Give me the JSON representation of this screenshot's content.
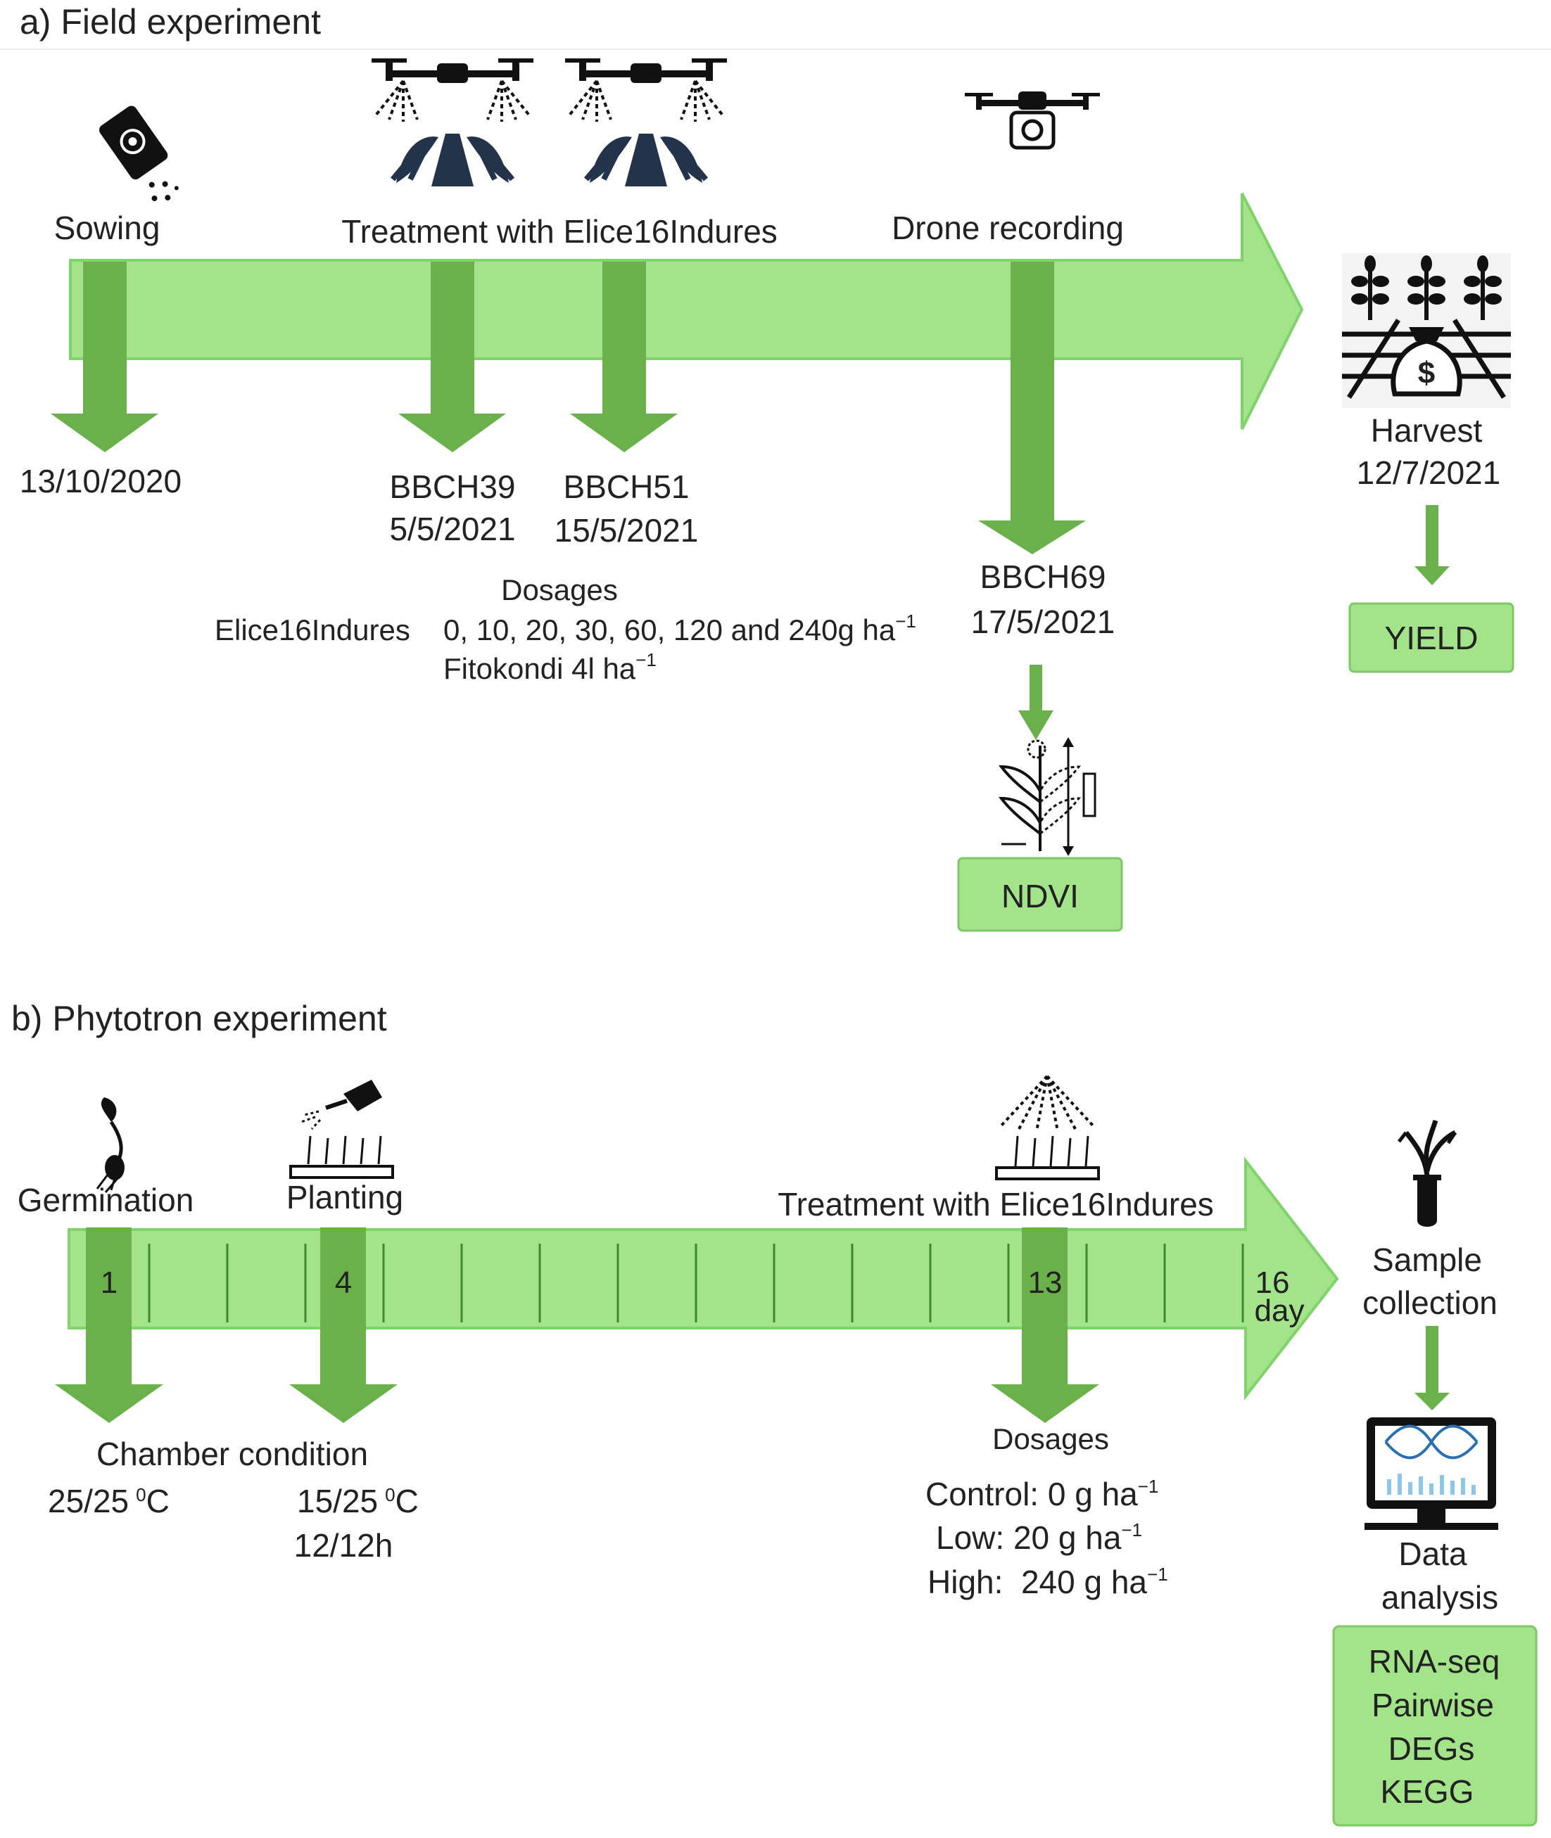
{
  "colors": {
    "band_fill": "#a3e38a",
    "band_stroke": "#7fd36a",
    "arrow": "#6ab14c",
    "box_fill": "#a3e38a",
    "box_stroke": "#7fc766",
    "text": "#222222"
  },
  "section_a": {
    "title": "a) Field experiment",
    "sowing": {
      "label": "Sowing",
      "date": "13/10/2020",
      "icon": "seed-bag-icon"
    },
    "treatment": {
      "label": "Treatment with Elice16Indures",
      "icon": "drone-sprayer-icon"
    },
    "bbch39": {
      "stage": "BBCH39",
      "date": "5/5/2021"
    },
    "bbch51": {
      "stage": "BBCH51",
      "date": "15/5/2021"
    },
    "drone": {
      "label": "Drone recording",
      "icon": "drone-camera-icon"
    },
    "bbch69": {
      "stage": "BBCH69",
      "date": "17/5/2021"
    },
    "harvest": {
      "label": "Harvest",
      "date": "12/7/2021",
      "icon": "harvest-money-icon"
    },
    "dosages": {
      "title": "Dosages",
      "line1_name": "Elice16Indures",
      "line1_values": "0, 10, 20, 30, 60, 120 and 240g ha",
      "line2": "Fitokondi 4l ha",
      "unit_exponent": "−1"
    },
    "yield_box": "YIELD",
    "ndvi_box": "NDVI"
  },
  "section_b": {
    "title": "b) Phytotron experiment",
    "germination": {
      "label": "Germination",
      "day": "1",
      "icon": "sprouting-seed-icon"
    },
    "planting": {
      "label": "Planting",
      "day": "4",
      "icon": "watering-can-icon"
    },
    "treatment": {
      "label": "Treatment with Elice16Indures",
      "day": "13",
      "icon": "sprayer-icon"
    },
    "end_day": "16",
    "end_unit": "day",
    "sample": {
      "line1": "Sample",
      "line2": "collection",
      "icon": "test-tube-plant-icon"
    },
    "chamber": {
      "title": "Chamber condition",
      "temp1": "25/25",
      "temp2": "15/25",
      "degree": "0",
      "celsius": "C",
      "photoperiod": "12/12h"
    },
    "dosages": {
      "title": "Dosages",
      "control": "Control: 0 g ha",
      "low": "Low: 20 g ha",
      "high": "High:  240 g ha",
      "unit_exponent": "−1"
    },
    "analysis": {
      "line1": "Data",
      "line2": "analysis",
      "icon": "monitor-dna-icon"
    },
    "analysis_box": [
      "RNA-seq",
      "Pairwise",
      "DEGs",
      "KEGG"
    ]
  }
}
